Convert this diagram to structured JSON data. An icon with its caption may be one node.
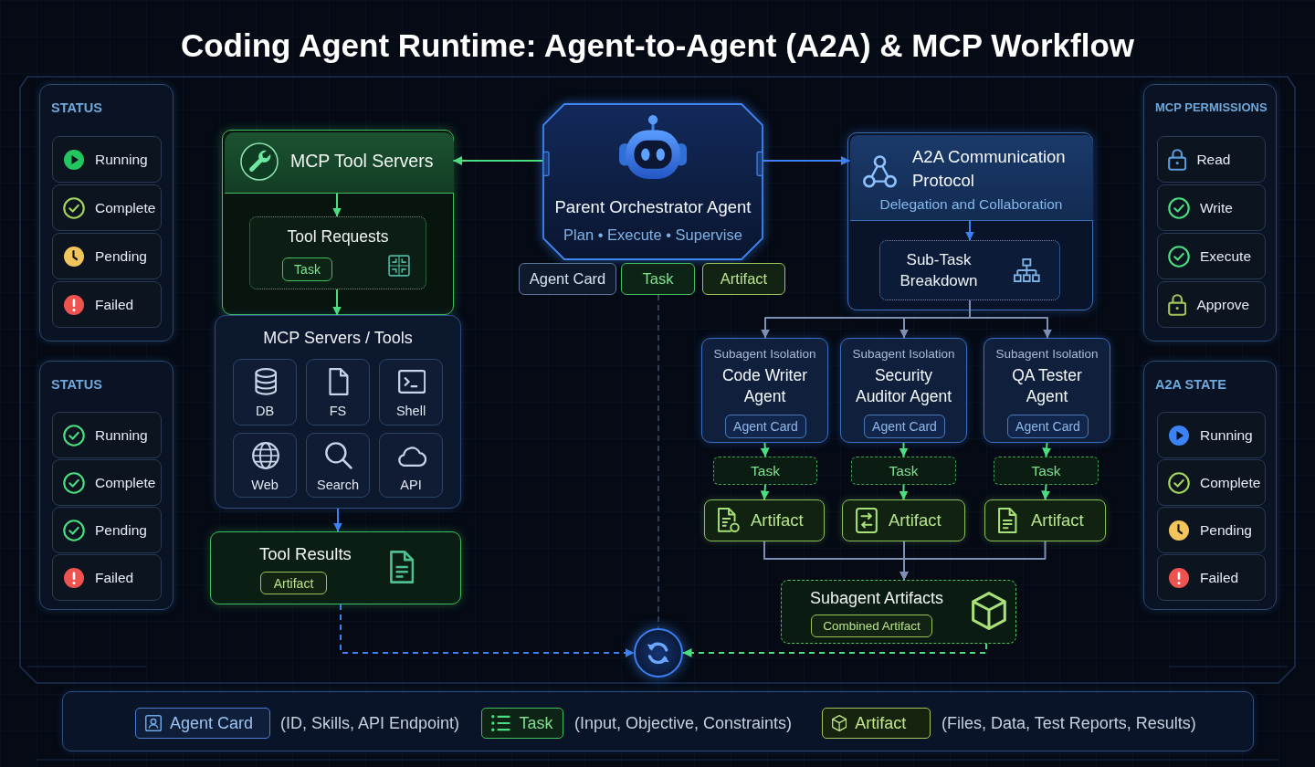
{
  "diagram": {
    "title": "Coding Agent Runtime: Agent-to-Agent (A2A) & MCP Workflow",
    "nodes": [
      {
        "text": [
          "STATUS"
        ]
      },
      {
        "text": [
          "Running"
        ],
        "in": 0
      },
      {
        "text": [
          "Complete"
        ],
        "in": 0
      },
      {
        "text": [
          "Pending"
        ],
        "in": 0
      },
      {
        "text": [
          "Failed"
        ],
        "in": 0
      },
      {
        "text": [
          "STATUS"
        ]
      },
      {
        "text": [
          "Running"
        ],
        "in": 5
      },
      {
        "text": [
          "Complete"
        ],
        "in": 5
      },
      {
        "text": [
          "Pending"
        ],
        "in": 5
      },
      {
        "text": [
          "Failed"
        ],
        "in": 5
      },
      {
        "text": [],
        "shape": "box"
      },
      {
        "text": [
          "MCP Tool Servers"
        ],
        "in": 10
      },
      {
        "text": [
          "Tool Requests"
        ],
        "in": 10
      },
      {
        "text": [
          "Task"
        ],
        "in": 12
      },
      {
        "text": [
          "MCP Servers / Tools"
        ]
      },
      {
        "text": [
          "DB"
        ],
        "in": 14
      },
      {
        "text": [
          "FS"
        ],
        "in": 14
      },
      {
        "text": [
          "Shell"
        ],
        "in": 14
      },
      {
        "text": [
          "Web"
        ],
        "in": 14
      },
      {
        "text": [
          "Search"
        ],
        "in": 14
      },
      {
        "text": [
          "API"
        ],
        "in": 14
      },
      {
        "text": [
          "Tool Results"
        ]
      },
      {
        "text": [
          "Artifact"
        ],
        "in": 21
      },
      {
        "text": [
          "Parent Orchestrator Agent",
          "Plan • Execute • Supervise"
        ]
      },
      {
        "text": [
          "Agent Card"
        ]
      },
      {
        "text": [
          "Task"
        ]
      },
      {
        "text": [
          "Artifact"
        ]
      },
      {
        "text": [],
        "shape": "box"
      },
      {
        "text": [
          "A2A Communication Protocol",
          "Delegation and Collaboration"
        ],
        "in": 27
      },
      {
        "text": [
          "Sub-Task Breakdown"
        ],
        "in": 27
      },
      {
        "text": [
          "Subagent Isolation",
          "Code Writer Agent"
        ]
      },
      {
        "text": [
          "Agent Card"
        ],
        "in": 30
      },
      {
        "text": [
          "Task"
        ]
      },
      {
        "text": [
          "Artifact"
        ]
      },
      {
        "text": [
          "Subagent Isolation",
          "Security Auditor Agent"
        ]
      },
      {
        "text": [
          "Agent Card"
        ],
        "in": 34
      },
      {
        "text": [
          "Task"
        ]
      },
      {
        "text": [
          "Artifact"
        ]
      },
      {
        "text": [
          "Subagent Isolation",
          "QA Tester Agent"
        ]
      },
      {
        "text": [
          "Agent Card"
        ],
        "in": 38
      },
      {
        "text": [
          "Task"
        ]
      },
      {
        "text": [
          "Artifact"
        ]
      },
      {
        "text": [
          "Subagent Artifacts"
        ]
      },
      {
        "text": [
          "Combined Artifact"
        ],
        "in": 42
      },
      {
        "text": [],
        "shape": "circle"
      },
      {
        "text": [
          "MCP PERMISSIONS"
        ]
      },
      {
        "text": [
          "Read"
        ],
        "in": 45
      },
      {
        "text": [
          "Write"
        ],
        "in": 45
      },
      {
        "text": [
          "Execute"
        ],
        "in": 45
      },
      {
        "text": [
          "Approve"
        ],
        "in": 45
      },
      {
        "text": [
          "A2A STATE"
        ]
      },
      {
        "text": [
          "Running"
        ],
        "in": 50
      },
      {
        "text": [
          "Complete"
        ],
        "in": 50
      },
      {
        "text": [
          "Pending"
        ],
        "in": 50
      },
      {
        "text": [
          "Failed"
        ],
        "in": 50
      },
      {
        "text": [],
        "shape": "box"
      },
      {
        "text": [
          "Agent Card"
        ],
        "in": 55,
        "beside": [
          "(ID, Skills, API Endpoint)"
        ]
      },
      {
        "text": [
          "Task"
        ],
        "in": 55,
        "beside": [
          "(Input, Objective, Constraints)"
        ]
      },
      {
        "text": [
          "Artifact"
        ],
        "in": 55,
        "beside": [
          "(Files, Data, Test Reports, Results)"
        ]
      }
    ],
    "edges": [
      {
        "from": 23,
        "to": 11,
        "arrow": "to"
      },
      {
        "from": 23,
        "to": 28,
        "arrow": "to",
        "color": "#3b82f6"
      },
      {
        "from": 11,
        "to": 12,
        "arrow": "to"
      },
      {
        "from": 12,
        "to": 14,
        "arrow": "to"
      },
      {
        "from": 14,
        "to": 21,
        "arrow": "to",
        "color": "#3b82f6"
      },
      {
        "from": 21,
        "to": 44,
        "arrow": "to",
        "style": "dashed",
        "color": "#3b82f6"
      },
      {
        "from": 42,
        "to": 44,
        "arrow": "to",
        "style": "dashed"
      },
      {
        "from": 25,
        "to": 44,
        "arrow": "none",
        "style": "dashed",
        "color": "#4b5a72"
      },
      {
        "from": 28,
        "to": 29,
        "arrow": "to",
        "color": "#3b82f6"
      },
      {
        "from": 29,
        "to": 30,
        "arrow": "to",
        "color": "#7d8fb3"
      },
      {
        "from": 29,
        "to": 34,
        "arrow": "to",
        "color": "#7d8fb3"
      },
      {
        "from": 29,
        "to": 38,
        "arrow": "to",
        "color": "#7d8fb3"
      },
      {
        "from": 30,
        "to": 32,
        "arrow": "to"
      },
      {
        "from": 32,
        "to": 33,
        "arrow": "to"
      },
      {
        "from": 34,
        "to": 36,
        "arrow": "to"
      },
      {
        "from": 36,
        "to": 37,
        "arrow": "to"
      },
      {
        "from": 38,
        "to": 40,
        "arrow": "to"
      },
      {
        "from": 40,
        "to": 41,
        "arrow": "to"
      },
      {
        "from": 33,
        "to": 42,
        "arrow": "to",
        "color": "#7d8fb3"
      },
      {
        "from": 37,
        "to": 42,
        "arrow": "to",
        "color": "#7d8fb3"
      },
      {
        "from": 41,
        "to": 42,
        "arrow": "to",
        "color": "#7d8fb3"
      }
    ]
  }
}
